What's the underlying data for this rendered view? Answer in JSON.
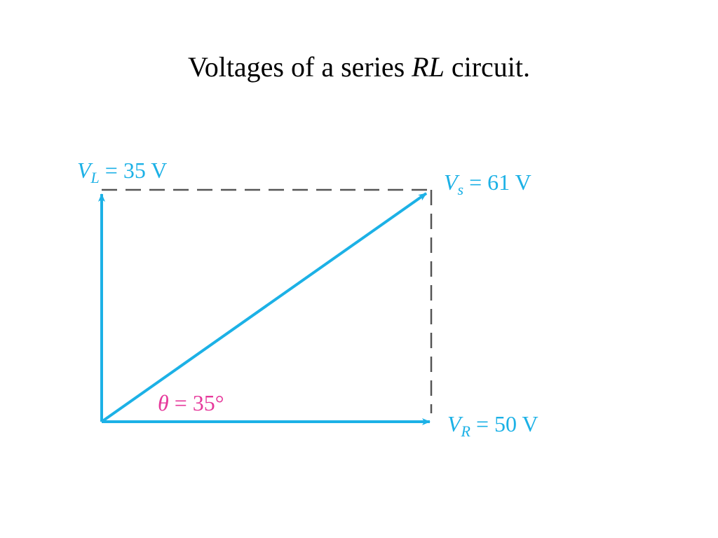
{
  "title": {
    "prefix": "Voltages of a series ",
    "emphasis": "RL",
    "suffix": " circuit."
  },
  "phasors": {
    "inductor": {
      "symbol": "V",
      "subscript": "L",
      "value_text": " = 35 V",
      "magnitude": 35,
      "unit": "V",
      "direction": "up"
    },
    "resistor": {
      "symbol": "V",
      "subscript": "R",
      "value_text": " = 50 V",
      "magnitude": 50,
      "unit": "V",
      "direction": "right"
    },
    "source": {
      "symbol": "V",
      "subscript": "s",
      "value_text": " = 61 V",
      "magnitude": 61,
      "unit": "V",
      "direction": "diagonal"
    }
  },
  "angle": {
    "symbol": "θ",
    "value_text": " = 35°",
    "degrees": 35
  },
  "colors": {
    "phasor": "#1cb1e6",
    "angle": "#e6399b",
    "dashed": "#555555",
    "text": "#000000"
  }
}
